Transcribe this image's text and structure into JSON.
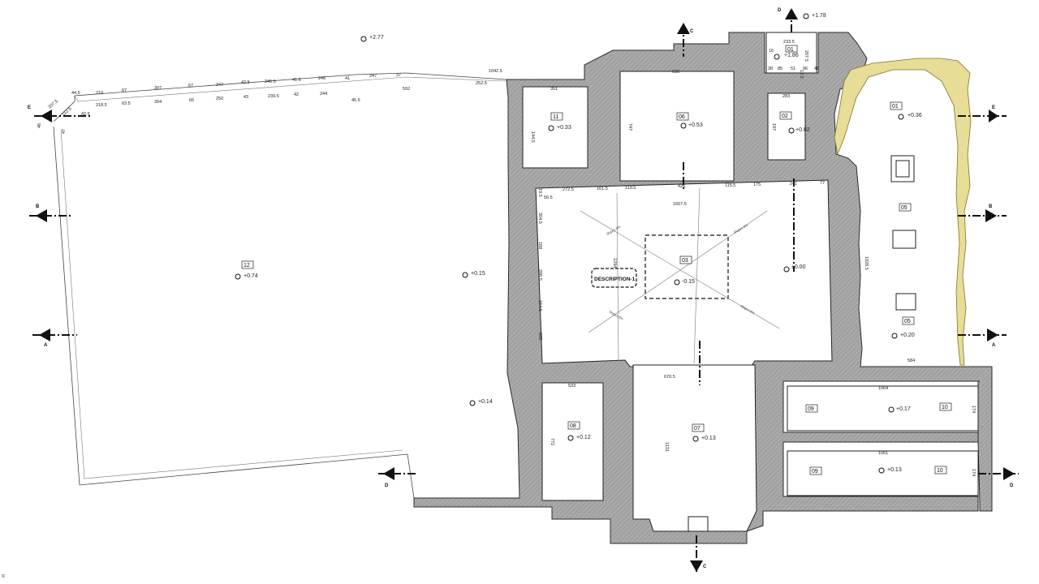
{
  "colors": {
    "wall": "#aeaeae",
    "stone_highlight": "#e7dd96",
    "line": "#222222"
  },
  "rooms": [
    {
      "id": "01",
      "level": "+0.36"
    },
    {
      "id": "02",
      "level": "+0.82"
    },
    {
      "id": "03",
      "level": "-0.15"
    },
    {
      "id": "05",
      "level": "+0.20"
    },
    {
      "id": "06",
      "level": "+0.53"
    },
    {
      "id": "07",
      "level": "+0.13"
    },
    {
      "id": "08",
      "level": "+0.12"
    },
    {
      "id": "09",
      "level": "+0.17"
    },
    {
      "id": "09",
      "level": "+0.13"
    },
    {
      "id": "10",
      "level": ""
    },
    {
      "id": "10",
      "level": ""
    },
    {
      "id": "11",
      "level": "+0.33"
    },
    {
      "id": "12",
      "level": "+0.74"
    },
    {
      "id": "05",
      "level": ""
    },
    {
      "id": "01",
      "level": "+1.86"
    }
  ],
  "levels_extra": [
    "+2.77",
    "+1.78",
    "+0.15",
    "+0.14",
    "±0.00"
  ],
  "description_label": "DESCRIPTION-1",
  "section_marks": {
    "e": "E",
    "b": "B",
    "a": "A",
    "c": "C",
    "d": "D"
  },
  "slopes": [
    "Slope1.5%",
    "Slope1.5%",
    "Slope1.5%",
    "Slope1.5%"
  ],
  "dimensions": {
    "top_wall_upper": [
      "44.5",
      "219",
      "67",
      "307",
      "67",
      "247",
      "42.5",
      "240.5",
      "41.5",
      "246",
      "41",
      "247",
      "37"
    ],
    "top_wall_lower": [
      "218.5",
      "63.5",
      "304",
      "66",
      "250",
      "43",
      "239.5",
      "42",
      "244",
      "45.5"
    ],
    "top_wall_misc": [
      "1042.5",
      "252.5",
      "592",
      "42.5",
      "207.5",
      "112.5",
      "47",
      "46"
    ],
    "room11": [
      "351",
      "144.5"
    ],
    "room06": [
      "636",
      "747"
    ],
    "room02": [
      "283",
      "197"
    ],
    "room01_top": [
      "233.5",
      "38",
      "85",
      "51",
      "96",
      "40",
      "16",
      "207.5",
      "12.5"
    ],
    "hall_top": [
      "272.5",
      "161.5",
      "119.5",
      "426",
      "115.5",
      "175",
      "241",
      "77",
      "56.5",
      "19.5"
    ],
    "hall_main": [
      "1657.5"
    ],
    "hall_left": [
      "304.5",
      "168",
      "286.5",
      "164.5",
      "205"
    ],
    "hall_inner": [
      "1294"
    ],
    "room05": [
      "1028.5",
      "584"
    ],
    "room07": [
      "670.5",
      "1131"
    ],
    "room08": [
      "533",
      "772"
    ],
    "room09a": [
      "1064",
      "174"
    ],
    "room09b": [
      "1061",
      "174"
    ]
  },
  "corner_mark": "©"
}
